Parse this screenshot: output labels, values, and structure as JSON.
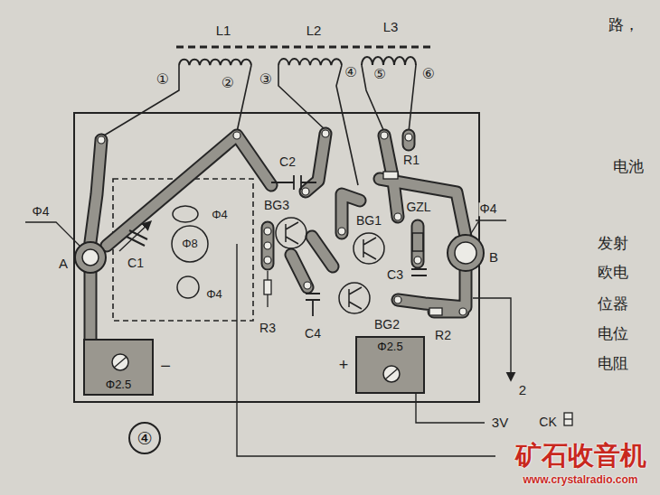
{
  "diagram": {
    "nodes": [
      {
        "text": [
          "Φ2.5"
        ]
      },
      {
        "text": [
          "Φ2.5"
        ]
      },
      {
        "text": [
          "④"
        ]
      }
    ],
    "labels": [
      "L1",
      "L2",
      "L3",
      "①",
      "②",
      "③",
      "④",
      "⑤",
      "⑥",
      "Φ4",
      "A",
      "C1",
      "Φ4",
      "Φ8",
      "Φ4",
      "C2",
      "BG3",
      "R1",
      "BG1",
      "GZL",
      "Φ4",
      "B",
      "C3",
      "C4",
      "R3",
      "BG2",
      "R2",
      "−",
      "+",
      "2",
      "3V",
      "CK",
      "路，",
      "电池",
      "发射",
      "欧电",
      "位器",
      "电位",
      "电阻",
      "矿石收音机",
      "www.crystalradio.com"
    ]
  }
}
